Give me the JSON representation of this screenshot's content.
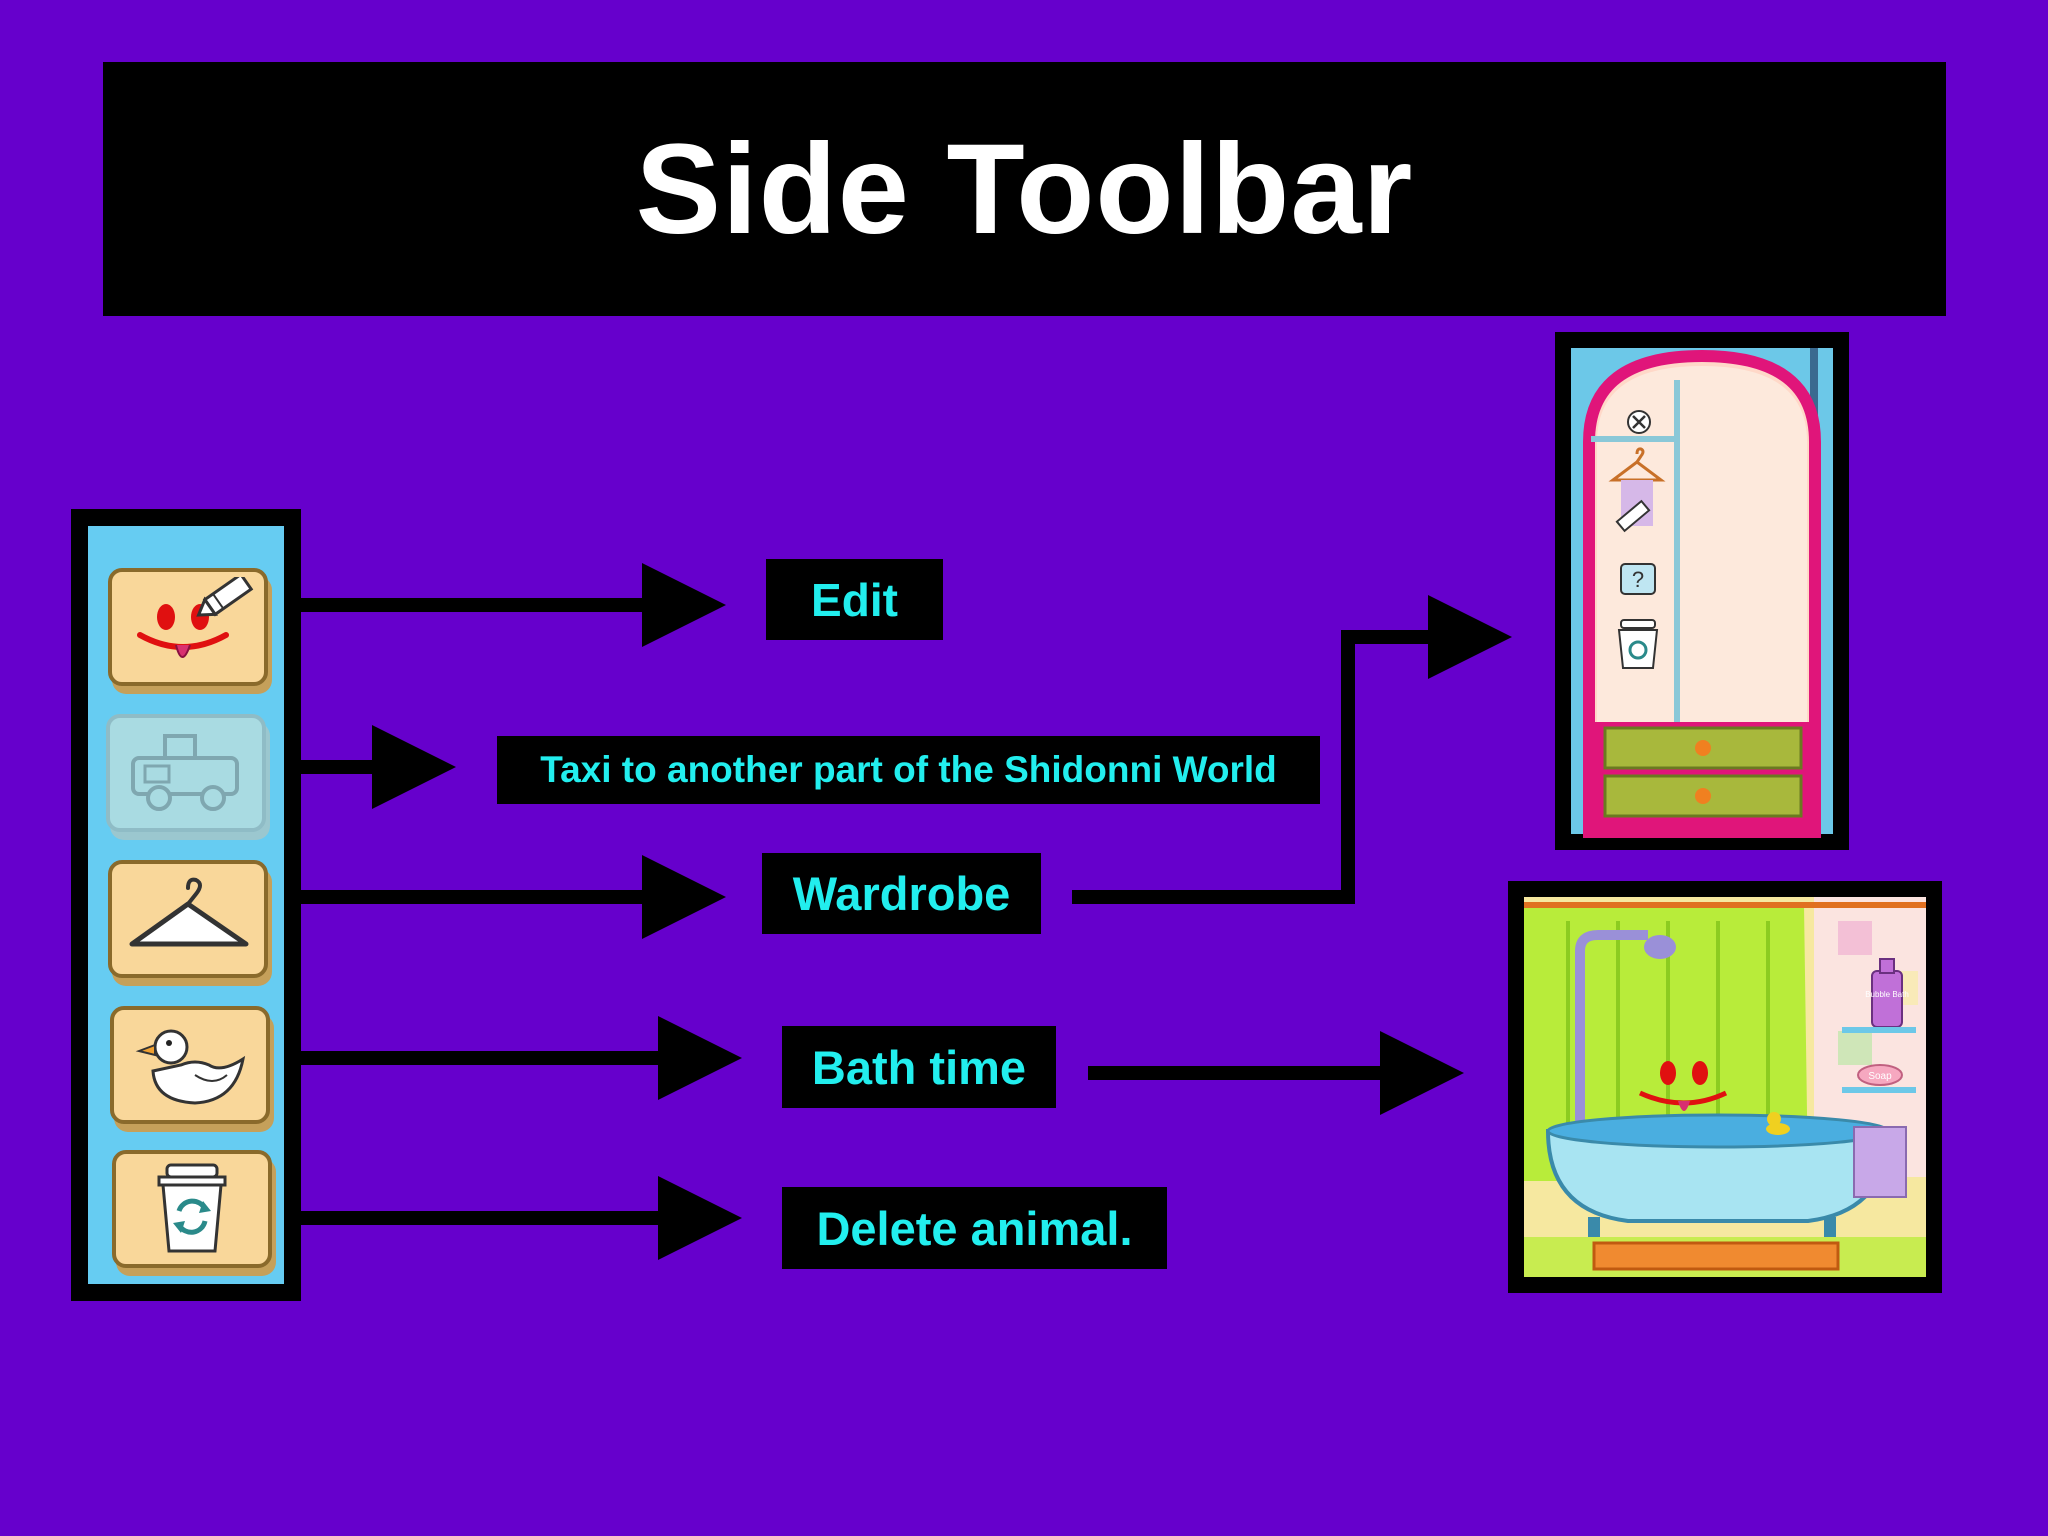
{
  "title": "Side Toolbar",
  "labels": {
    "edit": "Edit",
    "taxi": "Taxi to another part of the Shidonni World",
    "wardrobe": "Wardrobe",
    "bath": "Bath time",
    "delete": "Delete animal."
  },
  "toolbar_buttons": [
    {
      "icon": "edit-face-pencil-icon",
      "enabled": true
    },
    {
      "icon": "taxi-icon",
      "enabled": false
    },
    {
      "icon": "hanger-icon",
      "enabled": true
    },
    {
      "icon": "duck-icon",
      "enabled": true
    },
    {
      "icon": "trash-can-icon",
      "enabled": true
    }
  ],
  "wardrobe_preview": {
    "icons": [
      "close-icon",
      "hanger-icon",
      "pencil-icon",
      "help-icon",
      "trash-can-icon"
    ]
  },
  "bath_preview": {
    "bottle_text": "Bubble Bath",
    "soap_text": "Soap"
  },
  "colors": {
    "background": "#6600cc",
    "label_text": "#22eeee",
    "title_text": "#ffffff",
    "box": "#000000",
    "toolbar": "#66ccf2",
    "button": "#f9d79a"
  }
}
